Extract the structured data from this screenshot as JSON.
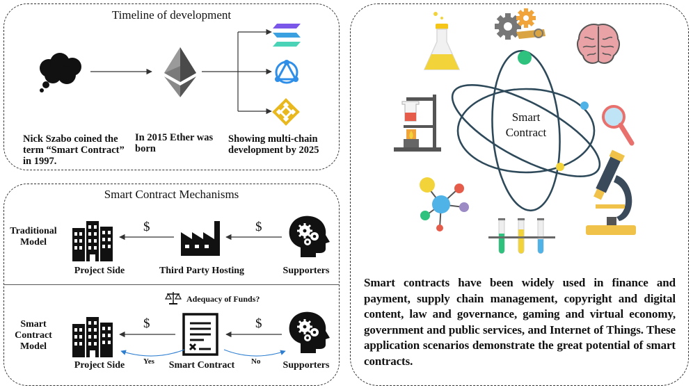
{
  "timeline": {
    "title": "Timeline of development",
    "step1": "Nick Szabo coined the term “Smart Contract” in 1997.",
    "step2": "In 2015 Ether was born",
    "step3": "Showing multi-chain development by 2025",
    "icons": [
      "thought-cloud",
      "ethereum",
      "solana",
      "multichain",
      "binance"
    ]
  },
  "mechanisms": {
    "title": "Smart Contract Mechanisms",
    "traditional": {
      "label": "Traditional Model",
      "project": "Project Side",
      "middle": "Third Party Hosting",
      "supporters": "Supporters",
      "currency1": "$",
      "currency2": "$"
    },
    "smart": {
      "label": "Smart Contract Model",
      "project": "Project Side",
      "middle": "Smart Contract",
      "supporters": "Supporters",
      "currency1": "$",
      "currency2": "$",
      "adequacy": "Adequacy of Funds?",
      "yes": "Yes",
      "no": "No"
    }
  },
  "right": {
    "center_label_1": "Smart",
    "center_label_2": "Contract",
    "description": "Smart contracts have been widely used in finance and payment, supply chain management, copyright and digital content, law and governance, gaming and virtual economy, government and public services, and Internet of Things. These application scenarios demonstrate the great potential of smart contracts.",
    "icons": [
      "flask",
      "gears",
      "brain",
      "lab-stand",
      "magnifier",
      "molecule",
      "test-tubes",
      "microscope"
    ]
  },
  "colors": {
    "orbit": "#2e4a5a",
    "green": "#2ec27e",
    "blue": "#4fb3e8",
    "yellow": "#f2d43a",
    "orange": "#f08a3c"
  }
}
